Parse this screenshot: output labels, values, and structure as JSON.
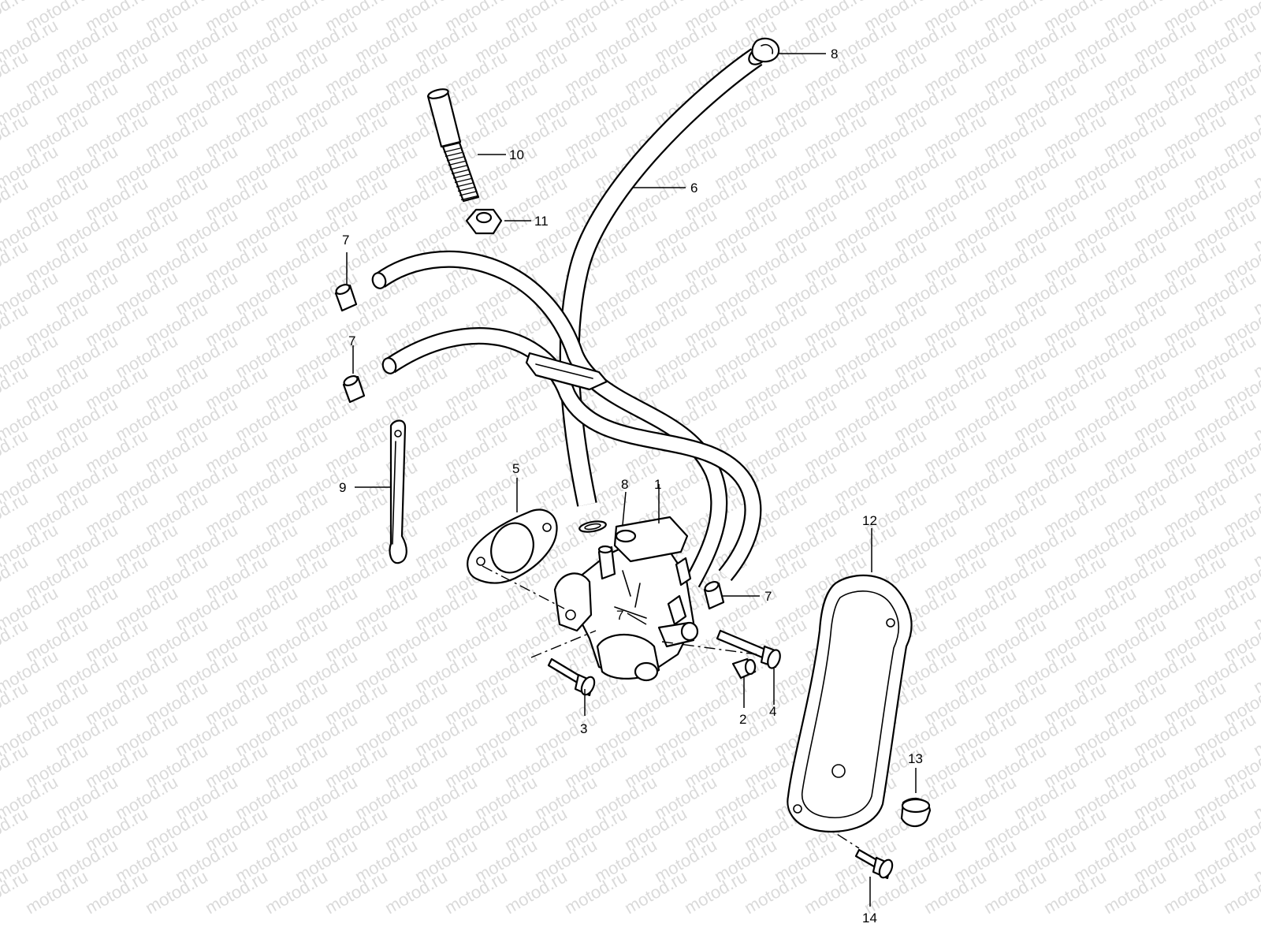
{
  "watermark": {
    "text": "motod.ru"
  },
  "callouts": {
    "c1": "1",
    "c2": "2",
    "c3": "3",
    "c4": "4",
    "c5": "5",
    "c6": "6",
    "c7a": "7",
    "c7b": "7",
    "c7c": "7",
    "c7d": "7",
    "c8a": "8",
    "c8b": "8",
    "c9": "9",
    "c10": "10",
    "c11": "11",
    "c12": "12",
    "c13": "13",
    "c14": "14"
  }
}
